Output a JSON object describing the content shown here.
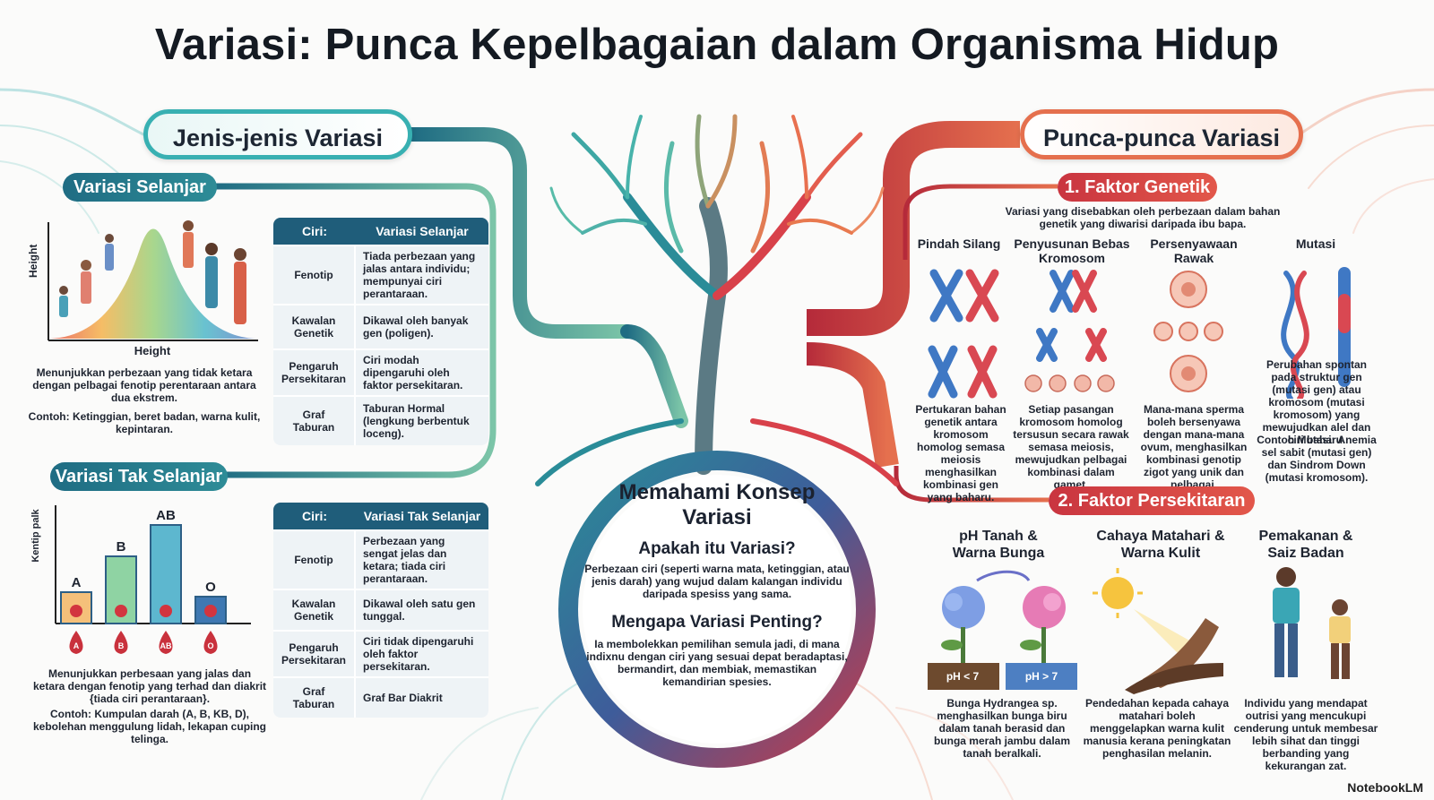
{
  "title": "Variasi: Punca Kepelbagaian dalam Organisma Hidup",
  "left": {
    "header": "Jenis-jenis Variasi",
    "continuous": {
      "label": "Variasi Selanjar",
      "chart_axis_y": "Height",
      "chart_axis_x": "Height",
      "desc": "Menunjukkan perbezaan yang tidak ketara dengan pelbagai fenotip perentaraan antara dua ekstrem.",
      "example": "Contoh: Ketinggian, beret badan, warna kulit, kepintaran.",
      "table": {
        "head": [
          "Ciri:",
          "Variasi Selanjar"
        ],
        "rows": [
          [
            "Fenotip",
            "Tiada perbezaan yang jalas antara individu; mempunyai ciri perantaraan."
          ],
          [
            "Kawalan Genetik",
            "Dikawal oleh banyak gen (poligen)."
          ],
          [
            "Pengaruh Persekitaran",
            "Ciri modah dipengaruhi oleh faktor persekitaran."
          ],
          [
            "Graf Taburan",
            "Taburan Hormal (lengkung berbentuk loceng)."
          ]
        ]
      }
    },
    "discontinuous": {
      "label": "Variasi Tak Selanjar",
      "chart_axis_y": "Kentip palk",
      "bars": [
        {
          "label": "A",
          "value": 35,
          "color": "#f5c07a"
        },
        {
          "label": "B",
          "value": 75,
          "color": "#8fd3a3"
        },
        {
          "label": "AB",
          "value": 110,
          "color": "#5db7cf"
        },
        {
          "label": "O",
          "value": 30,
          "color": "#3e78b2"
        }
      ],
      "drops": [
        "A",
        "B",
        "AB",
        "O"
      ],
      "desc": "Menunjukkan perbesaan yang jalas dan ketara dengan fenotip yang terhad dan diakrit {tiada ciri perantaraan}.",
      "example": "Contoh: Kumpulan darah (A, B, KB, D), kebolehan menggulung lidah, lekapan cuping telinga.",
      "table": {
        "head": [
          "Ciri:",
          "Variasi Tak Selanjar"
        ],
        "rows": [
          [
            "Fenotip",
            "Perbezaan yang sengat jelas dan ketara; tiada ciri perantaraan."
          ],
          [
            "Kawalan Genetik",
            "Dikawal oleh satu gen tunggal."
          ],
          [
            "Pengaruh Persekitaran",
            "Ciri tidak dipengaruhi oleh faktor persekitaran."
          ],
          [
            "Graf Taburan",
            "Graf Bar Diakrit"
          ]
        ]
      }
    }
  },
  "center": {
    "title": "Memahami Konsep Variasi",
    "q1": "Apakah itu Variasi?",
    "a1": "Perbezaan ciri (seperti warna mata, ketinggian, atau jenis darah) yang wujud dalam kalangan individu daripada spesiss yang sama.",
    "q2": "Mengapa Variasi Penting?",
    "a2": "Ia membolekkan pemilihan semula jadi, di mana indixnu dengan ciri yang sesuai depat beradaptasi, bermandirt, dan membiak, memastikan kemandirian spesies."
  },
  "right": {
    "header": "Punca-punca Variasi",
    "genetic": {
      "label": "1. Faktor Genetik",
      "intro": "Variasi yang disebabkan oleh perbezaan dalam bahan genetik yang diwarisi daripada ibu bapa.",
      "items": [
        {
          "title": "Pindah Silang",
          "desc": "Pertukaran bahan genetik antara kromosom homolog semasa meiosis menghasilkan kombinasi gen yang baharu."
        },
        {
          "title": "Penyusunan Bebas Kromosom",
          "desc": "Setiap pasangan kromosom homolog tersusun secara rawak semasa meiosis, mewujudkan pelbagai kombinasi dalam gamet."
        },
        {
          "title": "Persenyawaan Rawak",
          "desc": "Mana-mana sperma boleh bersenyawa dengan mana-mana ovum, menghasilkan kombinasi genotip zigot yang unik dan pelbagai."
        },
        {
          "title": "Mutasi",
          "desc": "Perubahan spontan pada struktur gen (mutasi gen) atau kromosom (mutasi kromosom) yang mewujudkan alel dan ciri baharu.",
          "example": "Contoh Mutasi: Anemia sel sabit (mutasi gen) dan Sindrom Down (mutasi kromosom)."
        }
      ]
    },
    "environment": {
      "label": "2. Faktor Persekitaran",
      "items": [
        {
          "title": "pH Tanah & Warna Bunga",
          "desc": "Bunga Hydrangea sp. menghasilkan bunga biru dalam tanah berasid dan bunga merah jambu dalam tanah beralkali.",
          "ph_low": "pH < 7",
          "ph_high": "pH > 7"
        },
        {
          "title": "Cahaya Matahari & Warna Kulit",
          "desc": "Pendedahan kepada cahaya matahari boleh menggelapkan warna kulit manusia kerana peningkatan penghasilan melanin."
        },
        {
          "title": "Pemakanan & Saiz Badan",
          "desc": "Individu yang mendapat outrisi yang mencukupi cenderung untuk membesar lebih sihat dan tinggi berbanding yang kekurangan zat."
        }
      ]
    }
  },
  "brand": "NotebookLM",
  "colors": {
    "teal": "#2a8c98",
    "navy": "#1f5d7a",
    "red": "#d8414a",
    "orange": "#e5704e"
  }
}
